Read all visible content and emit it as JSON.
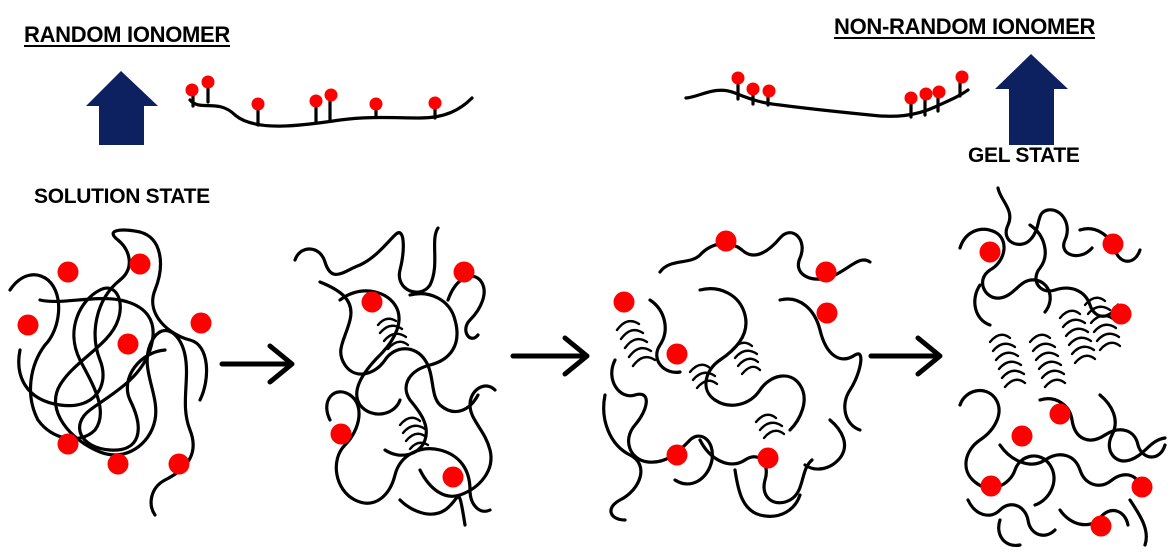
{
  "labels": {
    "random_ionomer": "RANDOM IONOMER",
    "non_random_ionomer": "NON-RANDOM IONOMER",
    "solution_state": "SOLUTION STATE",
    "gel_state": "GEL STATE"
  },
  "colors": {
    "ion": "#ff0000",
    "up_arrow": "#0d2060",
    "chain": "#000000",
    "background": "#ffffff"
  },
  "panels": [
    {
      "stage": 1,
      "description_icon": "coil-with-scattered-ions"
    },
    {
      "stage": 2,
      "description_icon": "coil-with-small-aggregates"
    },
    {
      "stage": 3,
      "description_icon": "coil-with-growing-aggregates"
    },
    {
      "stage": 4,
      "description_icon": "gel-with-ion-clusters"
    }
  ]
}
